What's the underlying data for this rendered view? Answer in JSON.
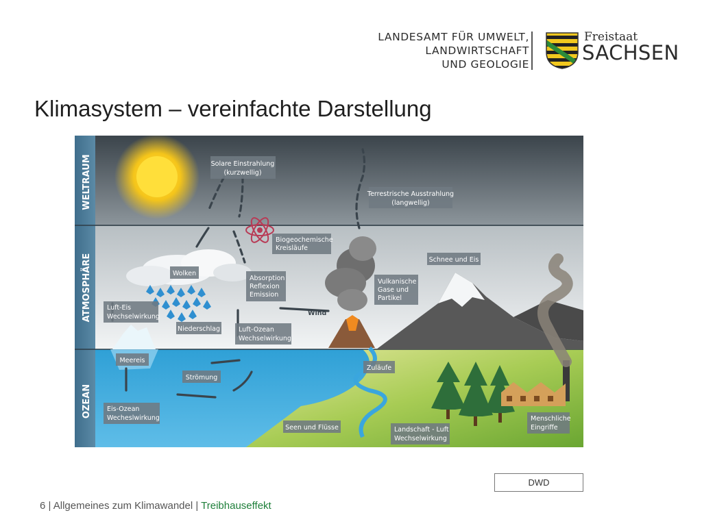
{
  "header": {
    "agency_lines": [
      "LANDESAMT FÜR UMWELT,",
      "LANDWIRTSCHAFT",
      "UND GEOLOGIE"
    ],
    "state_small": "Freistaat",
    "state_big": "SACHSEN"
  },
  "slide": {
    "title": "Klimasystem – vereinfachte Darstellung"
  },
  "diagram": {
    "zones": {
      "space": "WELTRAUM",
      "atmosphere": "ATMOSPHÄRE",
      "ocean": "OZEAN"
    },
    "labels": {
      "solar_1": "Solare Einstrahlung",
      "solar_2": "(kurzwellig)",
      "terr_1": "Terrestrische Ausstrahlung",
      "terr_2": "(langwellig)",
      "bio_1": "Biogeochemische",
      "bio_2": "Kreisläufe",
      "clouds": "Wolken",
      "abs_1": "Absorption",
      "abs_2": "Reflexion",
      "abs_3": "Emission",
      "snow": "Schnee und Eis",
      "volc_1": "Vulkanische",
      "volc_2": "Gase und",
      "volc_3": "Partikel",
      "lufteis_1": "Luft-Eis",
      "lufteis_2": "Wechselwirkung",
      "wind": "Wind",
      "precip": "Niederschlag",
      "luftozean_1": "Luft-Ozean",
      "luftozean_2": "Wechselwirkung",
      "seaice": "Meereis",
      "current": "Strömung",
      "inflow": "Zuläufe",
      "eisozean_1": "Eis-Ozean",
      "eisozean_2": "Wecheslwirkung",
      "lakes": "Seen und Flüsse",
      "land_1": "Landschaft - Luft",
      "land_2": "Wechselwirkung",
      "human_1": "Menschliche",
      "human_2": "Eingriffe"
    }
  },
  "credit": "DWD",
  "footer": {
    "page": "6",
    "sep1": " | ",
    "section": "Allgemeines zum Klimawandel",
    "sep2": " | ",
    "topic": "Treibhauseffekt"
  }
}
